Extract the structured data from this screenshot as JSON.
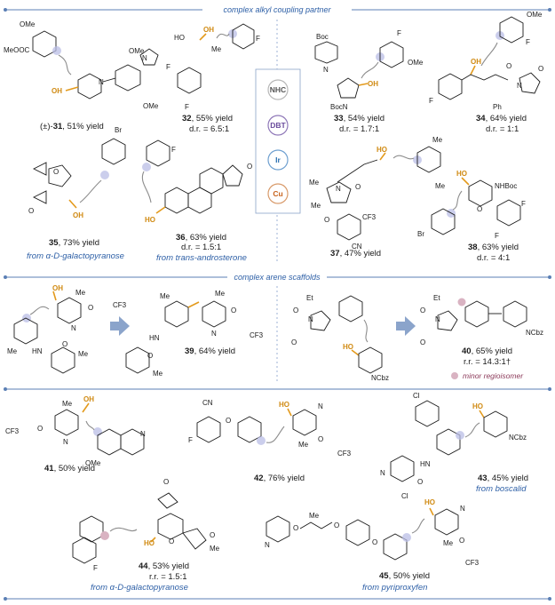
{
  "sections": {
    "alkyl": "complex alkyl coupling partner",
    "arene": "complex arene  scaffolds"
  },
  "catalysts": [
    {
      "label": "NHC",
      "color": "#555555"
    },
    {
      "label": "DBT",
      "color": "#6a4c9c"
    },
    {
      "label": "Ir",
      "color": "#2a6fb0"
    },
    {
      "label": "Cu",
      "color": "#c8641e"
    }
  ],
  "compounds": [
    {
      "id": "31",
      "prefix": "(±)-",
      "yield": ", 51% yield"
    },
    {
      "id": "32",
      "yield": ", 55% yield",
      "extra": "d.r. = 6.5:1"
    },
    {
      "id": "33",
      "yield": ", 54% yield",
      "extra": "d.r. = 1.7:1"
    },
    {
      "id": "34",
      "yield": ", 64% yield",
      "extra": "d.r. = 1:1"
    },
    {
      "id": "35",
      "yield": ", 73% yield",
      "source": "from α-D-galactopyranose"
    },
    {
      "id": "36",
      "yield": ", 63% yield",
      "extra": "d.r. = 1.5:1",
      "source": "from trans-androsterone"
    },
    {
      "id": "37",
      "yield": ", 47% yield"
    },
    {
      "id": "38",
      "yield": ", 63% yield",
      "extra": "d.r. = 4:1"
    },
    {
      "id": "39",
      "yield": ", 64% yield"
    },
    {
      "id": "40",
      "yield": ", 65% yield",
      "extra": "r.r. = 14.3:1†",
      "legend": "minor regioisomer"
    },
    {
      "id": "41",
      "yield": ", 50% yield"
    },
    {
      "id": "42",
      "yield": ", 76% yield"
    },
    {
      "id": "43",
      "yield": ", 45% yield",
      "source": "from boscalid"
    },
    {
      "id": "44",
      "yield": ", 53% yield",
      "extra": "r.r. = 1.5:1",
      "source": "from α-D-galactopyranose"
    },
    {
      "id": "45",
      "yield": ", 50% yield",
      "source": "from pyriproxyfen"
    }
  ],
  "atoms": {
    "OH": "OH",
    "OMe": "OMe",
    "MeOOC": "MeOOC",
    "F": "F",
    "Br": "Br",
    "Cl": "Cl",
    "Boc": "Boc",
    "BocN": "BocN",
    "NBoc": "NHBoc",
    "NCbz": "NCbz",
    "Me": "Me",
    "CF3": "CF3",
    "CN": "CN",
    "HN": "HN",
    "Ph": "Ph",
    "N": "N",
    "O": "O",
    "HO": "HO",
    "Et": "Et"
  }
}
